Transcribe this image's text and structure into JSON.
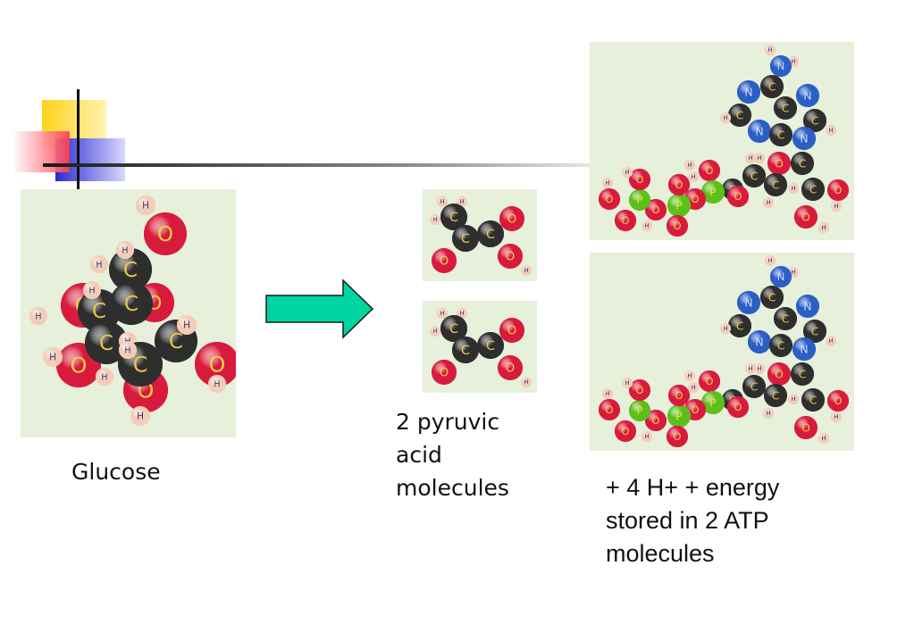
{
  "glucose": {
    "label": "Glucose",
    "carbon_letter": "C",
    "oxygen_letter": "O",
    "hydrogen_letter": "H"
  },
  "pyruvic": {
    "line1": "2 pyruvic",
    "line2": "acid",
    "line3": "molecules",
    "carbon_letter": "C",
    "oxygen_letter": "O",
    "hydrogen_letter": "H"
  },
  "atp": {
    "line1": "+ 4 H+ + energy",
    "line2": "stored in 2 ATP",
    "line3": "molecules",
    "nitrogen_letter": "N",
    "carbon_letter": "C",
    "oxygen_letter": "O",
    "hydrogen_letter": "H",
    "phosphorus_letter": "P"
  },
  "colors": {
    "panel_bg": "#e6f0da",
    "arrow_fill": "#00d4a0",
    "carbon": "#2e2e2e",
    "oxygen": "#d81b3c",
    "hydrogen": "#f3cdb8",
    "nitrogen": "#2b5fc4",
    "phosphorus": "#5cbf1a",
    "accent_yellow": "#ffd21a",
    "accent_red": "#ff4d5e",
    "accent_blue": "#3a3ad6"
  }
}
